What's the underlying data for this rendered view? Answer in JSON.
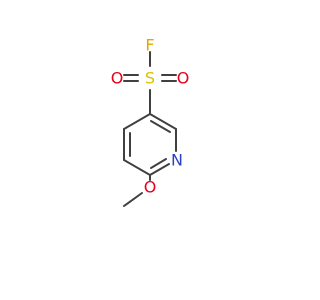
{
  "atoms": {
    "fluorine": {
      "label": "F",
      "color": "#e0a800"
    },
    "sulfur": {
      "label": "S",
      "color": "#e0c000"
    },
    "oxygen_left": {
      "label": "O",
      "color": "#e8001c"
    },
    "oxygen_right": {
      "label": "O",
      "color": "#e8001c"
    },
    "nitrogen": {
      "label": "N",
      "color": "#2b3fc8"
    },
    "oxygen_methoxy": {
      "label": "O",
      "color": "#e8001c"
    }
  },
  "bond_color": "#404040"
}
